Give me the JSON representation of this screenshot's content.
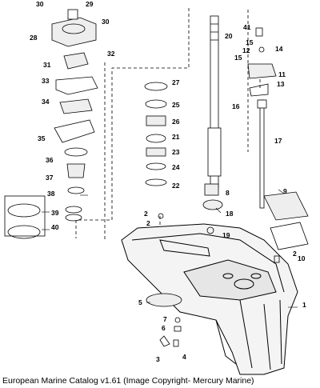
{
  "callouts": [
    "1",
    "2",
    "2",
    "2",
    "3",
    "4",
    "5",
    "6",
    "7",
    "8",
    "9",
    "10",
    "11",
    "12",
    "13",
    "14",
    "15",
    "15",
    "16",
    "17",
    "18",
    "19",
    "20",
    "21",
    "22",
    "23",
    "24",
    "25",
    "26",
    "27",
    "28",
    "29",
    "30",
    "30",
    "31",
    "32",
    "33",
    "34",
    "35",
    "36",
    "37",
    "38",
    "39",
    "40",
    "41"
  ],
  "caption": "European Marine Catalog v1.61 (Image Copyright- Mercury Marine)"
}
